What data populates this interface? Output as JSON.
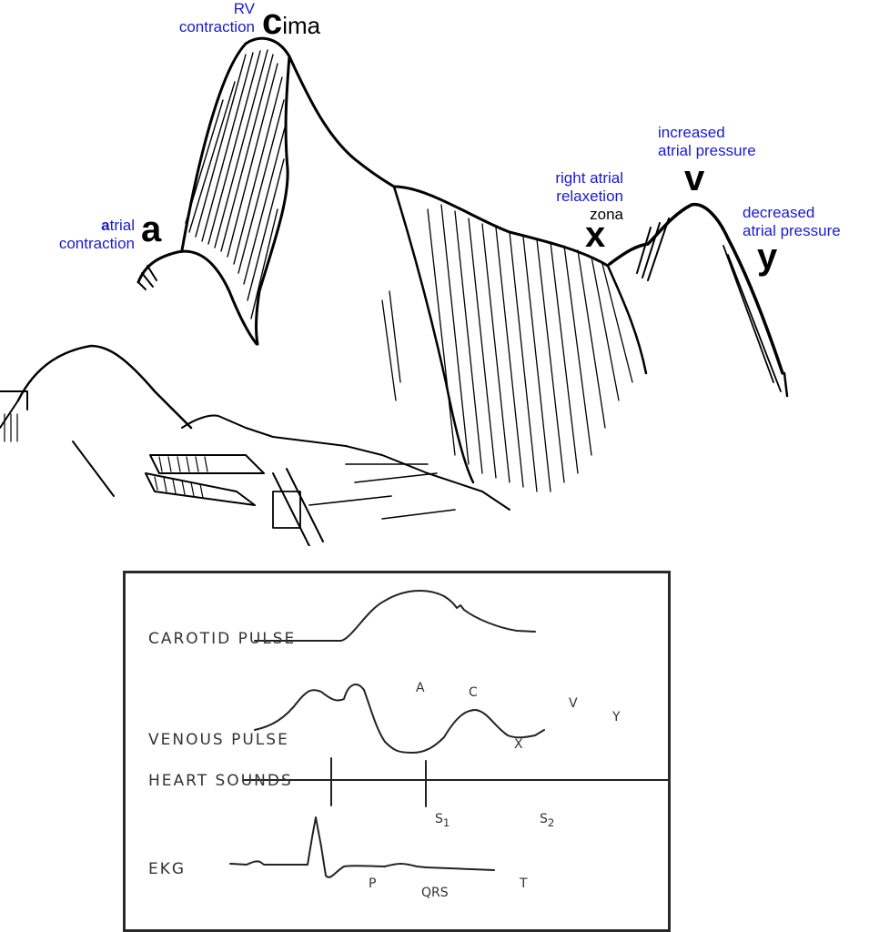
{
  "upper_illustration": {
    "description": "Mountain sketch analogy of jugular venous pulse waveform",
    "labels": {
      "c_wave": {
        "letter": "c",
        "suffix": "ima",
        "caption_line1": "RV",
        "caption_line2": "contraction"
      },
      "a_wave": {
        "letter": "a",
        "caption_first_letter": "a",
        "caption_line1_rest": "trial",
        "caption_line2": "contraction"
      },
      "x_descent": {
        "letter": "x",
        "caption_line1": "right atrial",
        "caption_line2": "relaxetion",
        "caption_line3": "zona"
      },
      "v_wave": {
        "letter": "v",
        "caption_line1": "increased",
        "caption_line2": "atrial pressure"
      },
      "y_descent": {
        "letter": "y",
        "caption_line1": "decreased",
        "caption_line2": "atrial pressure"
      }
    },
    "colors": {
      "caption": "#1a1ad0",
      "letters": "#000000"
    }
  },
  "lower_panel": {
    "rows": [
      {
        "label": "CAROTID PULSE"
      },
      {
        "label": "VENOUS PULSE",
        "wave_labels": [
          "A",
          "C",
          "X",
          "V",
          "Y"
        ]
      },
      {
        "label": "HEART SOUNDS",
        "markers": [
          "S",
          "S"
        ],
        "marker_subs": [
          "1",
          "2"
        ]
      },
      {
        "label": "EKG",
        "wave_labels": [
          "P",
          "QRS",
          "T"
        ]
      }
    ]
  }
}
